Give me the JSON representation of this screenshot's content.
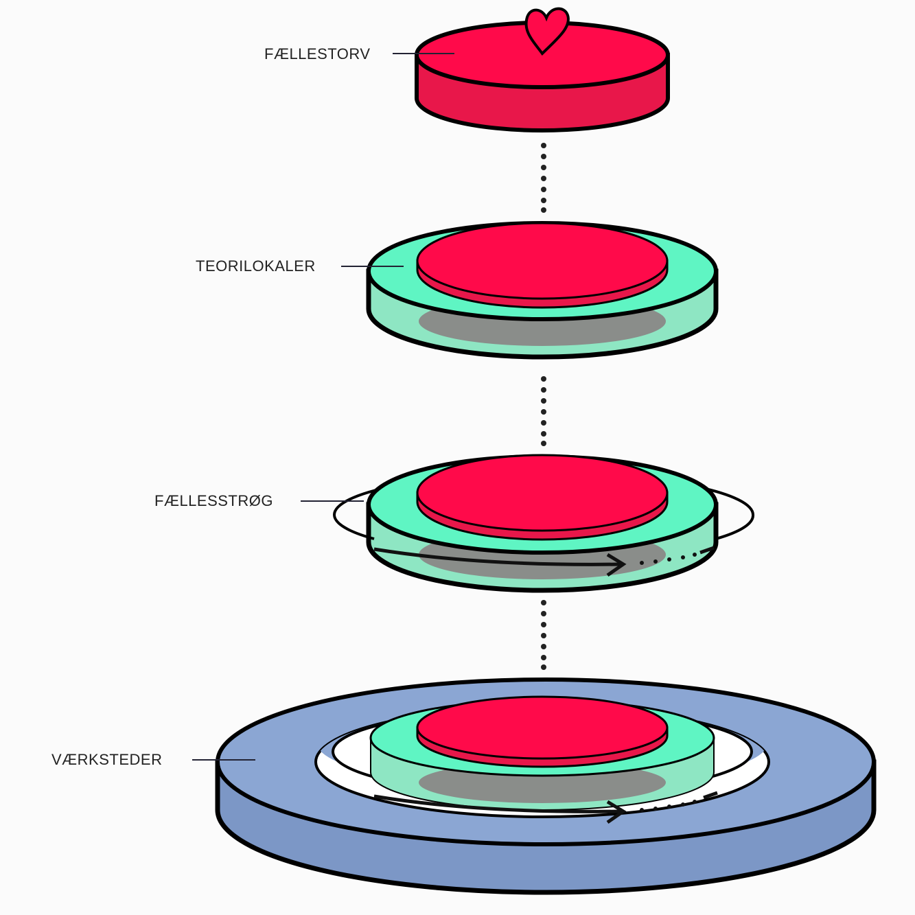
{
  "labels": {
    "level1": "FÆLLESTORV",
    "level2": "TEORILOKALER",
    "level3": "FÆLLESSTRØG",
    "level4": "VÆRKSTEDER"
  },
  "colors": {
    "red_top": "#ff0a4a",
    "red_side": "#e8174a",
    "green_top": "#5ff5c3",
    "green_side": "#8ee6c3",
    "blue_top": "#8ba6d3",
    "blue_side": "#7c97c6",
    "shadow": "#8a8d8a",
    "background": "#fbfbfb"
  },
  "icons": [
    "heart-icon",
    "arrow-icon"
  ]
}
